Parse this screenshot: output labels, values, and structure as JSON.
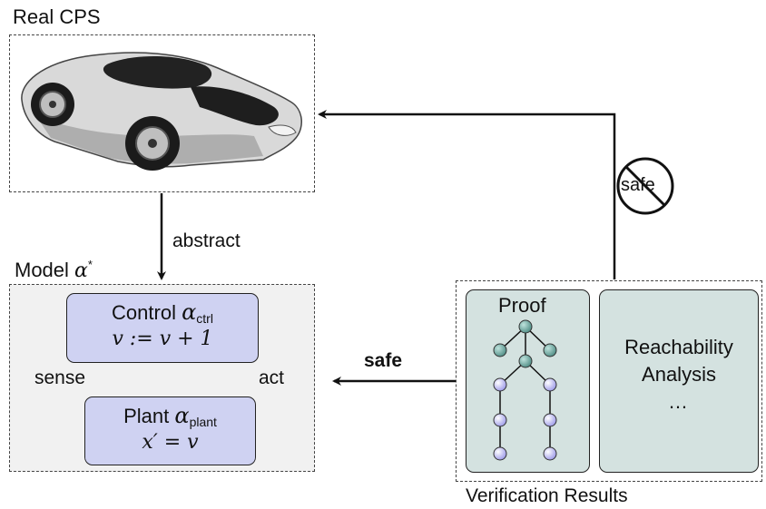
{
  "real_cps": {
    "title": "Real CPS",
    "image_icon": "sports-car-icon"
  },
  "model": {
    "title_prefix": "Model ",
    "title_sym": "α",
    "title_sup": "*",
    "control": {
      "label": "Control ",
      "sym": "α",
      "sub": "ctrl",
      "eq": "v := v + 1"
    },
    "plant": {
      "label": "Plant ",
      "sym": "α",
      "sub": "plant",
      "eq": "x′ = v"
    },
    "sense": "sense",
    "act": "act"
  },
  "abstract_label": "abstract",
  "safe_label": "safe",
  "not_safe_label": "safe",
  "verification": {
    "title": "Verification Results",
    "proof": {
      "title": "Proof",
      "icon": "proof-tree-icon"
    },
    "reach": {
      "line1": "Reachability",
      "line2": "Analysis",
      "ellipsis": "…"
    }
  },
  "colors": {
    "model_box": "#cfd2f2",
    "verification_box": "#d4e2e0",
    "tree_node_teal": "#5e9b92",
    "tree_node_purple": "#b6b4ee"
  }
}
